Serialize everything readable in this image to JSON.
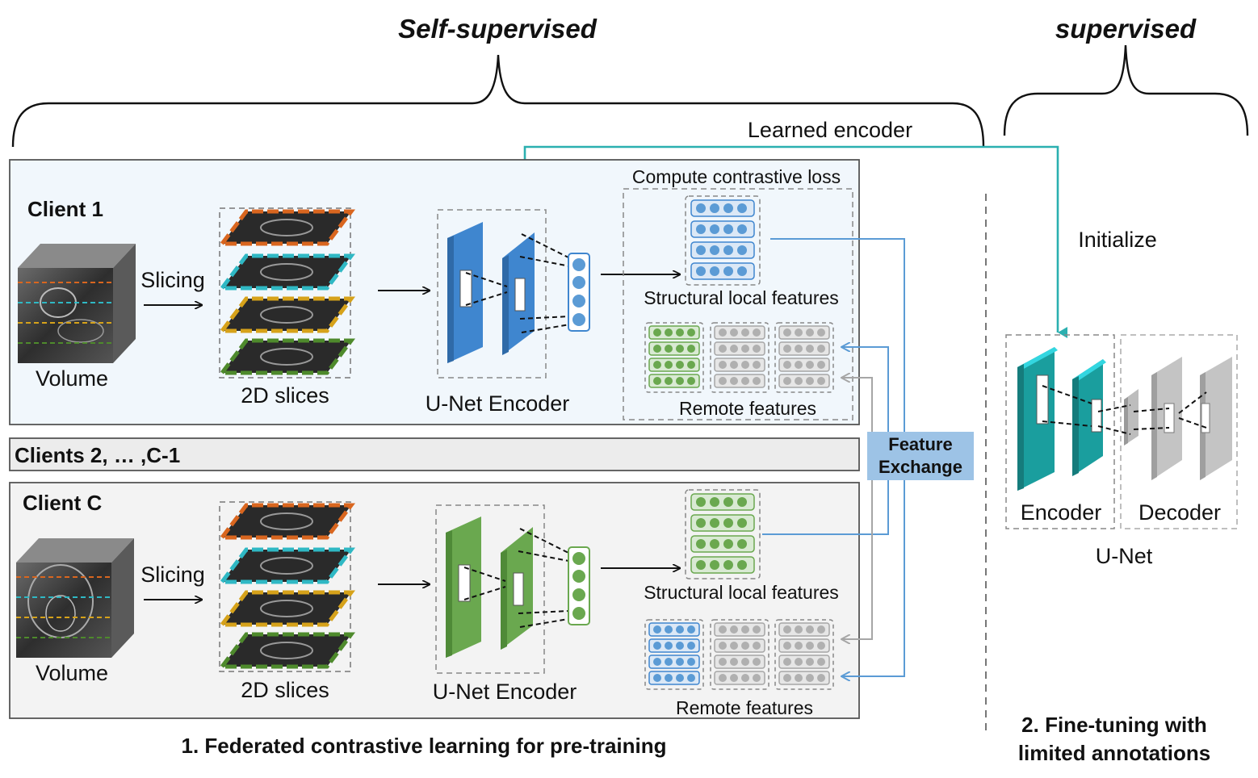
{
  "header": {
    "self_supervised": "Self-supervised",
    "supervised": "supervised",
    "learned_encoder": "Learned encoder",
    "initialize": "Initialize"
  },
  "client1": {
    "title": "Client 1",
    "volume": "Volume",
    "slicing": "Slicing",
    "slices": "2D slices",
    "encoder": "U-Net Encoder",
    "contrastive": "Compute contrastive loss",
    "structural": "Structural local features",
    "remote": "Remote features"
  },
  "clients_mid": {
    "label": "Clients 2, … ,C-1"
  },
  "clientC": {
    "title": "Client C",
    "volume": "Volume",
    "slicing": "Slicing",
    "slices": "2D slices",
    "encoder": "U-Net Encoder",
    "structural": "Structural local features",
    "remote": "Remote features"
  },
  "feature_exchange": {
    "line1": "Feature",
    "line2": "Exchange"
  },
  "unet": {
    "encoder": "Encoder",
    "decoder": "Decoder",
    "title": "U-Net"
  },
  "captions": {
    "left": "1. Federated contrastive learning for pre-training",
    "right_line1": "2. Fine-tuning with",
    "right_line2": "limited annotations"
  },
  "colors": {
    "client1_encoder": "#3f86cf",
    "clientC_encoder": "#6aa84f",
    "finetune_encoder": "#1a9e9e",
    "teal_arrow": "#2bb0b0",
    "exchange_blue": "#5b9bd5",
    "exchange_gray": "#a6a6a6",
    "slice_orange": "#d9661f",
    "slice_cyan": "#2fb8c4",
    "slice_gold": "#d6a21a",
    "slice_green": "#4e8a2c"
  }
}
